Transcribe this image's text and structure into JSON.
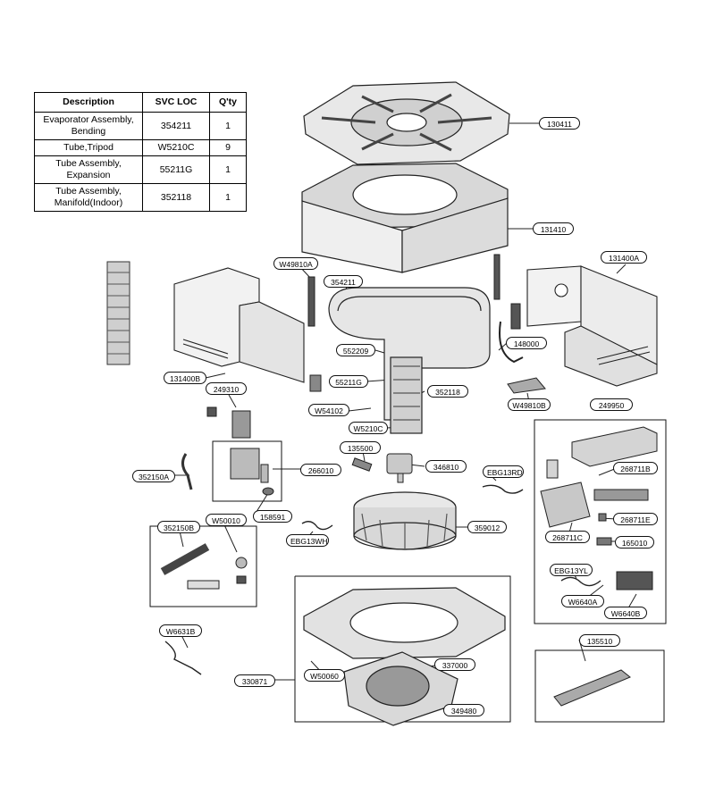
{
  "table": {
    "headers": [
      "Description",
      "SVC LOC",
      "Q'ty"
    ],
    "rows": [
      {
        "description": "Evaporator Assembly, Bending",
        "svc_loc": "354211",
        "qty": "1"
      },
      {
        "description": "Tube,Tripod",
        "svc_loc": "W5210C",
        "qty": "9"
      },
      {
        "description": "Tube Assembly, Expansion",
        "svc_loc": "55211G",
        "qty": "1"
      },
      {
        "description": "Tube Assembly, Manifold(Indoor)",
        "svc_loc": "352118",
        "qty": "1"
      }
    ]
  },
  "parts": {
    "p130411": "130411",
    "p131410": "131410",
    "p131400A": "131400A",
    "pW49810A": "W49810A",
    "p354211": "354211",
    "p552209": "552209",
    "p148000": "148000",
    "p131400B": "131400B",
    "p55211G": "55211G",
    "p352118": "352118",
    "pW49810B": "W49810B",
    "p249310": "249310",
    "pW54102": "W54102",
    "pW5210C": "W5210C",
    "p249950": "249950",
    "p135500": "135500",
    "p266010": "266010",
    "p346810": "346810",
    "pEBG13RD": "EBG13RD",
    "p268711B": "268711B",
    "p352150A": "352150A",
    "p158591": "158591",
    "p268711E": "268711E",
    "p359012": "359012",
    "p352150B": "352150B",
    "pW50010": "W50010",
    "pEBG13WH": "EBG13WH",
    "p268711C": "268711C",
    "p165010": "165010",
    "pEBG13YL": "EBG13YL",
    "pW6640A": "W6640A",
    "pW6640B": "W6640B",
    "pW6631B": "W6631B",
    "p135510": "135510",
    "p337000": "337000",
    "pW50060": "W50060",
    "p330871": "330871",
    "p349480": "349480"
  }
}
